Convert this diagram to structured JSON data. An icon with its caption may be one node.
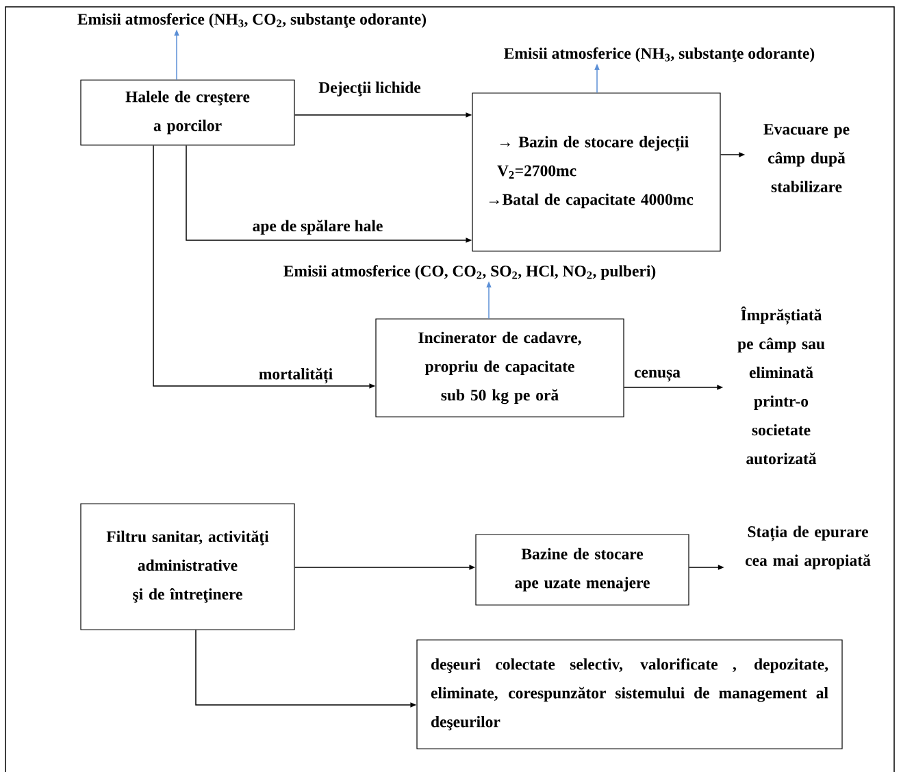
{
  "diagram": {
    "nodes": [
      {
        "text": [
          "Emisii atmosferice (NH$_{3}$, CO$_{2}$, substanţe odorante)"
        ]
      },
      {
        "text": [
          "Halele de creştere a porcilor"
        ]
      },
      {
        "text": [
          "Emisii atmosferice (NH$_{3}$, substanţe odorante)"
        ]
      },
      {
        "text": [
          "→ Bazin de stocare dejecții V$_{2}$=2700mc",
          "→Batal de capacitate 4000mc"
        ]
      },
      {
        "text": [
          "Evacuare pe câmp după stabilizare"
        ]
      },
      {
        "text": [
          "Emisii atmosferice (CO, CO$_{2}$, SO$_{2}$, HCl, NO$_{2}$, pulberi)"
        ]
      },
      {
        "text": [
          "Incinerator de cadavre, propriu de capacitate sub 50 kg pe oră"
        ]
      },
      {
        "text": [
          "Împrăștiată pe câmp sau eliminată printr-o societate autorizată"
        ]
      },
      {
        "text": [
          "Filtru sanitar, activităţi administrative şi de întreţinere"
        ]
      },
      {
        "text": [
          "Bazine de stocare ape uzate menajere"
        ]
      },
      {
        "text": [
          "Stația de epurare cea mai apropiată"
        ]
      },
      {
        "text": [
          "deşeuri colectate selectiv, valorificate , depozitate, eliminate, corespunzător sistemului de management al deşeurilor"
        ]
      }
    ],
    "edges": [
      {
        "from": 1,
        "to": 0,
        "arrow": "to",
        "color": "#5b8fd6"
      },
      {
        "from": 1,
        "to": 3,
        "arrow": "to",
        "label": "Dejecţii lichide"
      },
      {
        "from": 1,
        "to": 3,
        "arrow": "to",
        "label": "ape de spălare hale"
      },
      {
        "from": 3,
        "to": 2,
        "arrow": "to",
        "color": "#5b8fd6"
      },
      {
        "from": 3,
        "to": 4,
        "arrow": "to"
      },
      {
        "from": 1,
        "to": 6,
        "arrow": "to",
        "label": "mortalități"
      },
      {
        "from": 6,
        "to": 5,
        "arrow": "to",
        "color": "#5b8fd6"
      },
      {
        "from": 6,
        "to": 7,
        "arrow": "to",
        "label": "cenușa"
      },
      {
        "from": 8,
        "to": 9,
        "arrow": "to"
      },
      {
        "from": 9,
        "to": 10,
        "arrow": "to"
      },
      {
        "from": 8,
        "to": 11,
        "arrow": "to"
      }
    ]
  }
}
